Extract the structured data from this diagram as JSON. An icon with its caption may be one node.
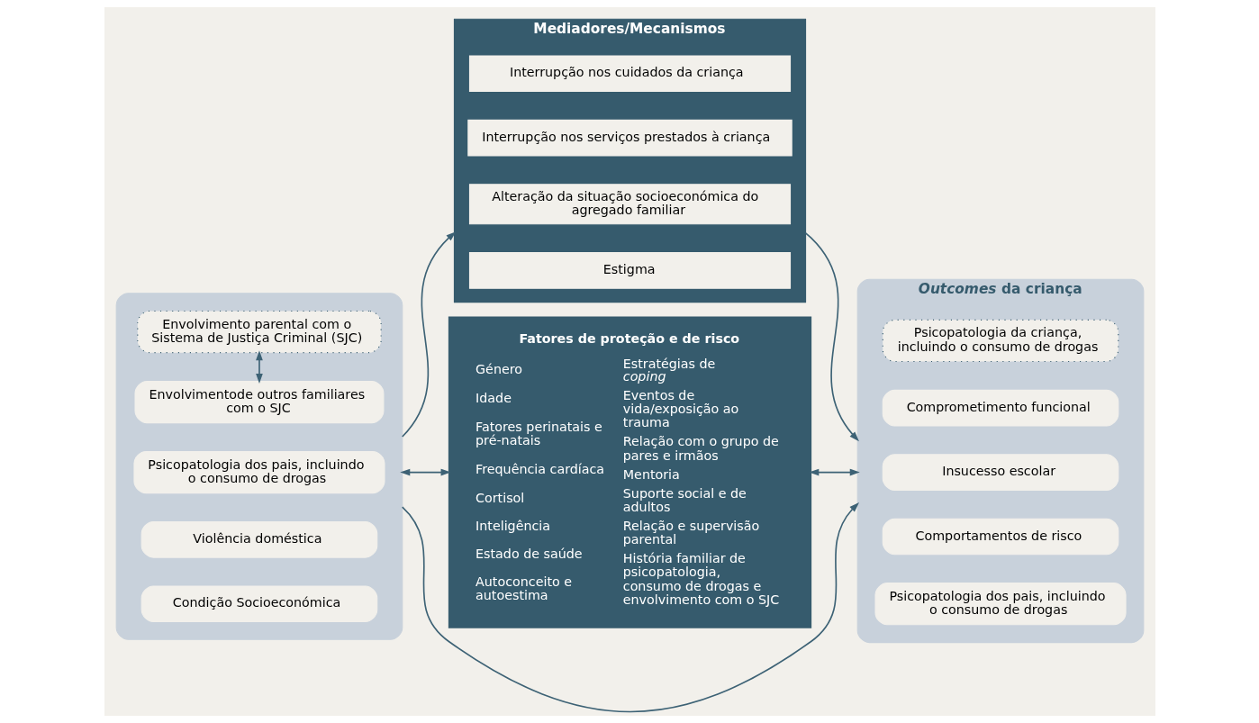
{
  "diagram": {
    "nodes": [
      {
        "text": [],
        "shape": "box"
      },
      {
        "text": [
          "Envolvimento parental com o Sistema de Justiça Criminal (SJC)"
        ],
        "in": 0
      },
      {
        "text": [
          "Envolvimentode outros familiares com o SJC"
        ],
        "in": 0
      },
      {
        "text": [
          "Psicopatologia dos pais, incluindo o consumo de drogas"
        ],
        "in": 0
      },
      {
        "text": [
          "Violência doméstica"
        ],
        "in": 0
      },
      {
        "text": [
          "Condição Socioeconómica"
        ],
        "in": 0
      },
      {
        "text": [
          "Mediadores/Mecanismos"
        ]
      },
      {
        "text": [
          "Interrupção nos cuidados da criança"
        ],
        "in": 6
      },
      {
        "text": [
          "Interrupção nos serviços prestados à criança"
        ],
        "in": 6
      },
      {
        "text": [
          "Alteração da situação socioeconómica do agregado familiar"
        ],
        "in": 6
      },
      {
        "text": [
          "Estigma"
        ],
        "in": 6
      },
      {
        "text": [
          "Fatores de proteção e de risco",
          "Género",
          "Idade",
          "Fatores perinatais e pré-natais",
          "Frequência cardíaca",
          "Cortisol",
          "Inteligência",
          "Estado de saúde",
          "Autoconceito e autoestima",
          "Estratégias de *coping*",
          "Eventos de vida/exposição ao trauma",
          "Relação com o grupo de pares e irmãos",
          "Mentoria",
          "Suporte social e de adultos",
          "Relação e supervisão parental",
          "História familiar de psicopatologia, consumo de drogas e envolvimento com o SJC"
        ]
      },
      {
        "text": [
          "*Outcomes* da criança"
        ]
      },
      {
        "text": [
          "Psicopatologia da criança, incluindo o consumo de drogas"
        ],
        "in": 12
      },
      {
        "text": [
          "Comprometimento funcional"
        ],
        "in": 12
      },
      {
        "text": [
          "Insucesso escolar"
        ],
        "in": 12
      },
      {
        "text": [
          "Comportamentos de risco"
        ],
        "in": 12
      },
      {
        "text": [
          "Psicopatologia dos pais, incluindo o consumo de drogas"
        ],
        "in": 12
      }
    ],
    "edges": [
      {
        "from": 0,
        "to": 12,
        "arrow": "to"
      },
      {
        "from": 1,
        "to": 2,
        "arrow": "both"
      },
      {
        "from": 0,
        "to": 6,
        "arrow": "to"
      },
      {
        "from": 6,
        "to": 12,
        "arrow": "to"
      },
      {
        "from": 0,
        "to": 11,
        "arrow": "both"
      },
      {
        "from": 11,
        "to": 12,
        "arrow": "both"
      }
    ]
  }
}
